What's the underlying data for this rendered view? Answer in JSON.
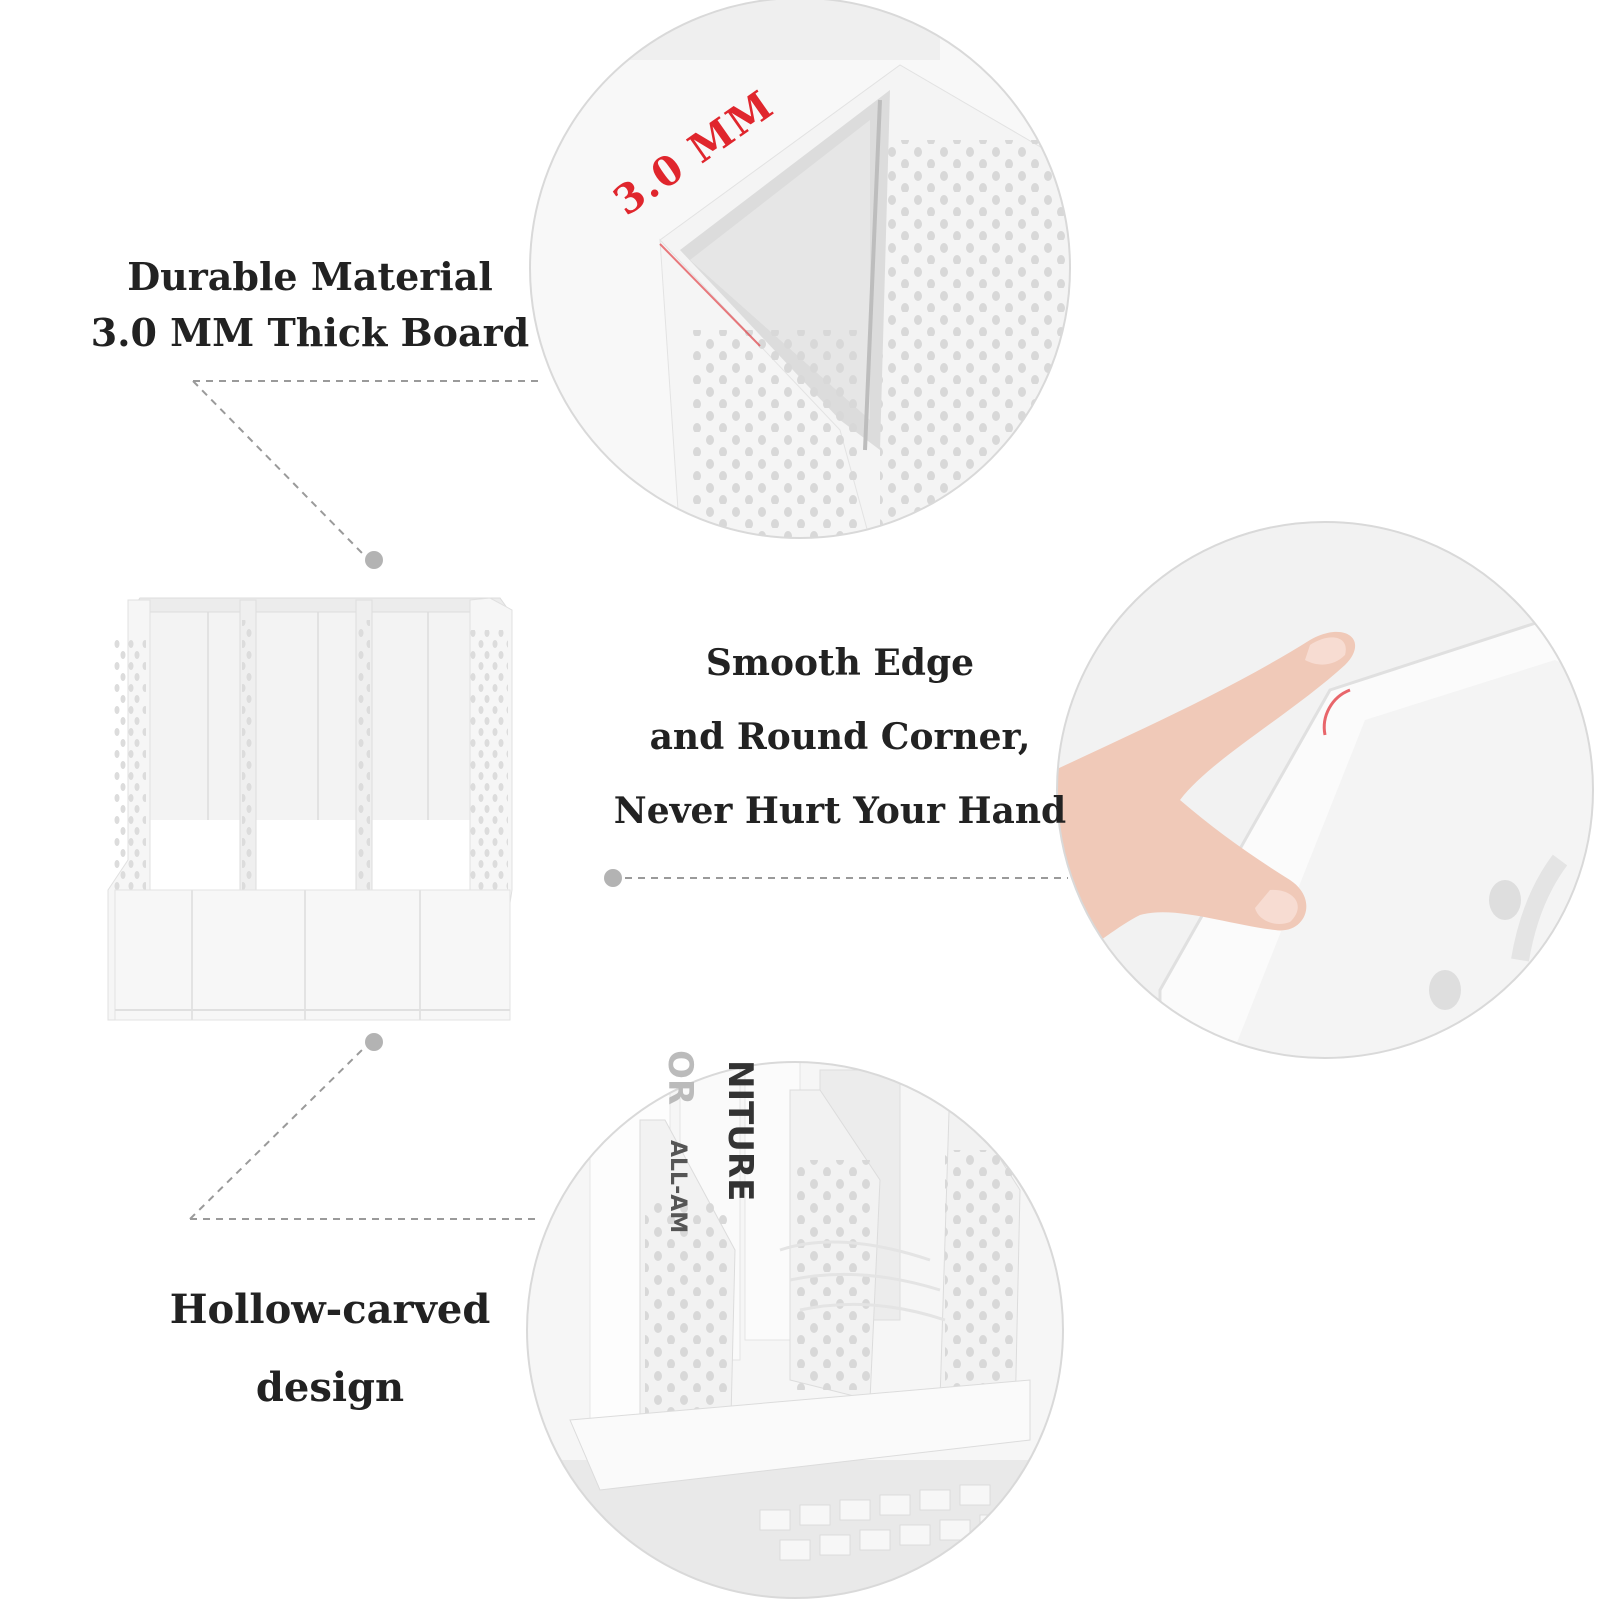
{
  "features": {
    "material": {
      "line1": "Durable Material",
      "line2": "3.0 MM Thick Board",
      "callout": "3.0 MM"
    },
    "edge": {
      "line1": "Smooth Edge",
      "line2": "and Round Corner,",
      "line3": "Never Hurt Your Hand"
    },
    "design": {
      "line1": "Hollow-carved",
      "line2": "design"
    }
  },
  "photo_text": {
    "book1": "NITURE",
    "book2": "ALL-AM",
    "book3": "OR"
  },
  "colors": {
    "accent_red": "#e0262d",
    "text": "#222222",
    "line_gray": "#9a9a9a",
    "dot_gray": "#b3b3b3"
  }
}
